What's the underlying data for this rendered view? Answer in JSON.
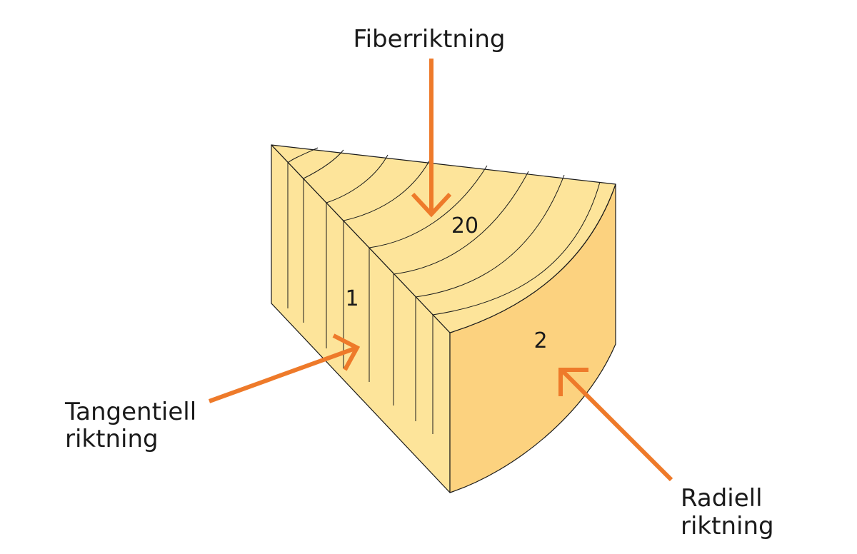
{
  "labels": {
    "fiber": "Fiberriktning",
    "tangential_line1": "Tangentiell",
    "tangential_line2": "riktning",
    "radial_line1": "Radiell",
    "radial_line2": "riktning"
  },
  "values": {
    "top_face": "20",
    "tangential_face": "1",
    "radial_face": "2"
  },
  "colors": {
    "wood_light": "#fde49a",
    "wood_dark": "#fcd27f",
    "arrow": "#ee7a2a",
    "outline": "#1a1a1a"
  }
}
